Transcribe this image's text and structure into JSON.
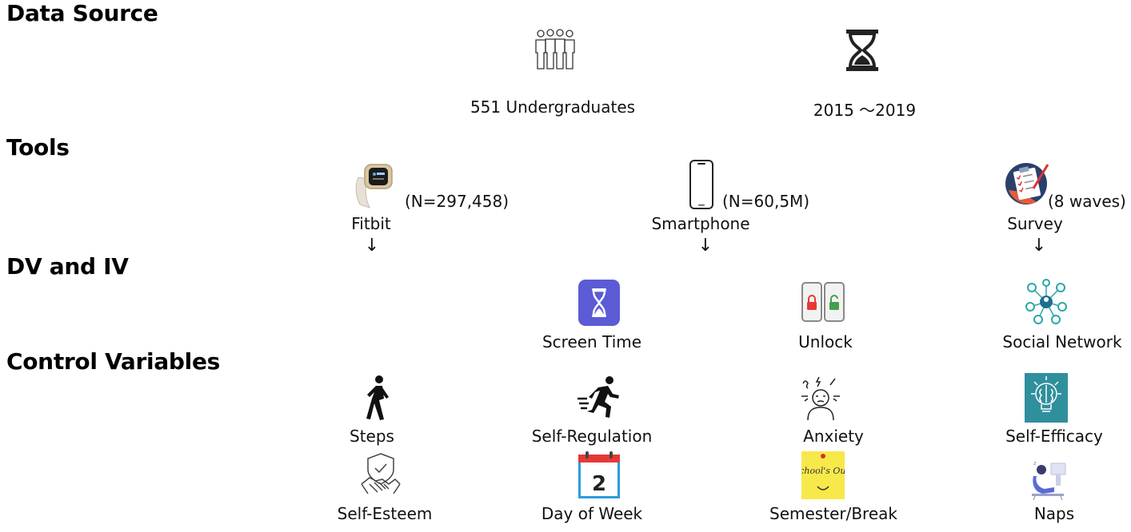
{
  "sections": {
    "data_source": "Data Source",
    "tools": "Tools",
    "dv_iv": "DV and IV",
    "control": "Control Variables"
  },
  "data_source": {
    "participants": "551 Undergraduates",
    "period": "2015 ～2019"
  },
  "tools": {
    "fitbit": {
      "label": "Fitbit",
      "count": "(N=297,458)"
    },
    "smartphone": {
      "label": "Smartphone",
      "count": "(N=60,5M)"
    },
    "survey": {
      "label": "Survey",
      "count": "(8 waves)"
    },
    "arrow": "↓"
  },
  "dv_iv": {
    "screen_time": "Screen Time",
    "unlock": "Unlock",
    "social_network": "Social Network"
  },
  "controls": {
    "steps": "Steps",
    "self_regulation": "Self-Regulation",
    "anxiety": "Anxiety",
    "self_efficacy": "Self-Efficacy",
    "self_esteem": "Self-Esteem",
    "day_of_week": "Day of Week",
    "semester_break": "Semester/Break",
    "naps": "Naps"
  },
  "icons": {
    "calendar_day": "2",
    "school_note": "School's Out!"
  },
  "colors": {
    "screen_time_bg": "#5b5bd6",
    "lock_red": "#e53935",
    "lock_green": "#43a047",
    "network_teal": "#2aa7a7",
    "efficacy_teal": "#2f8f9d",
    "note_yellow": "#f7e94a",
    "calendar_red": "#e53935",
    "calendar_blue": "#2d9cdb"
  }
}
